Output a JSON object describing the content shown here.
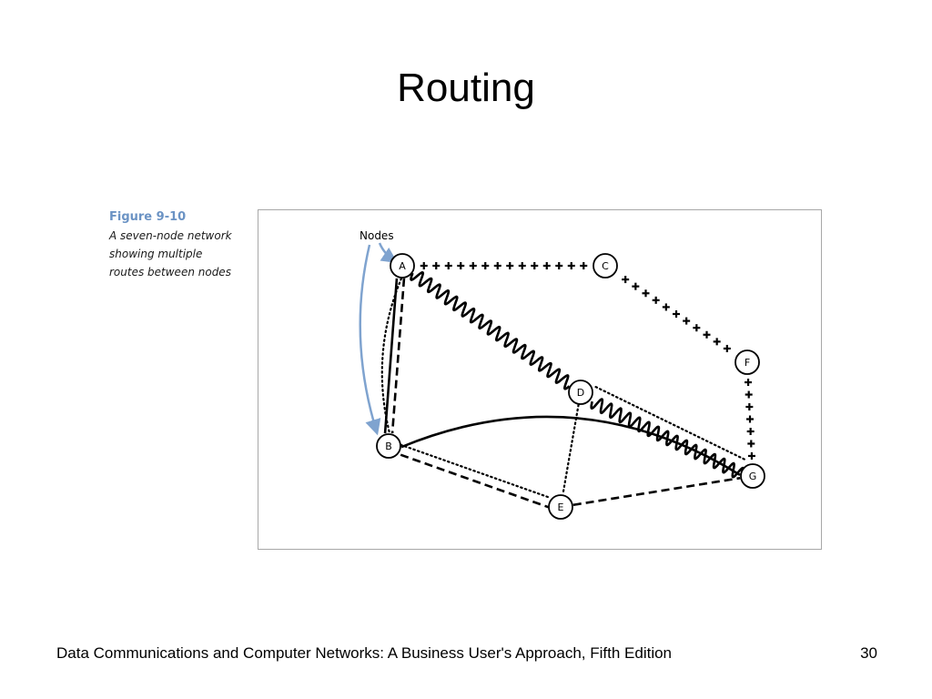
{
  "slide": {
    "title": "Routing",
    "footer": "Data Communications and Computer Networks: A Business User's Approach, Fifth Edition",
    "page_number": "30"
  },
  "figure": {
    "number": "Figure 9-10",
    "description_lines": [
      "A seven-node network",
      "showing multiple",
      "routes between nodes"
    ],
    "pointer_label": "Nodes",
    "nodes": [
      "A",
      "B",
      "C",
      "D",
      "E",
      "F",
      "G"
    ],
    "links": [
      {
        "from": "A",
        "to": "C",
        "style": "crosses"
      },
      {
        "from": "C",
        "to": "F",
        "style": "crosses"
      },
      {
        "from": "F",
        "to": "G",
        "style": "crosses"
      },
      {
        "from": "A",
        "to": "D",
        "style": "wavy"
      },
      {
        "from": "D",
        "to": "G",
        "style": "wavy"
      },
      {
        "from": "A",
        "to": "B",
        "style": "solid"
      },
      {
        "from": "A",
        "to": "B",
        "style": "dashed"
      },
      {
        "from": "A",
        "to": "B",
        "style": "dotted"
      },
      {
        "from": "B",
        "to": "E",
        "style": "dotted"
      },
      {
        "from": "B",
        "to": "E",
        "style": "dashed"
      },
      {
        "from": "D",
        "to": "E",
        "style": "dotted"
      },
      {
        "from": "D",
        "to": "G",
        "style": "dotted"
      },
      {
        "from": "E",
        "to": "G",
        "style": "dashed"
      },
      {
        "from": "B",
        "to": "G",
        "style": "solid"
      }
    ],
    "colors": {
      "pointer": "#7fa3cf",
      "figure_number": "#6b93c4",
      "frame_border": "#a8a8a8"
    }
  }
}
